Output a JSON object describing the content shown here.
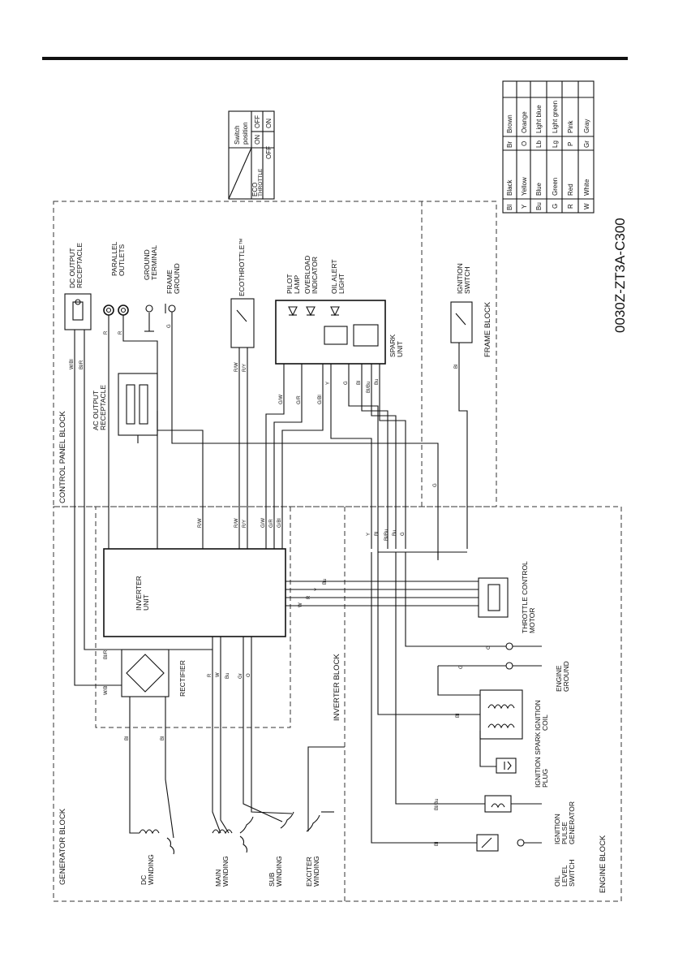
{
  "blocks": {
    "generator": "GENERATOR BLOCK",
    "control_panel": "CONTROL PANEL BLOCK",
    "frame": "FRAME BLOCK",
    "inverter": "INVERTER BLOCK",
    "engine": "ENGINE BLOCK"
  },
  "components": {
    "dc_output": [
      "DC OUTPUT",
      "RECEPTACLE"
    ],
    "parallel": [
      "PARALLEL",
      "OUTLETS"
    ],
    "ground_terminal": [
      "GROUND",
      "TERMINAL"
    ],
    "frame_ground": [
      "FRAME",
      "GROUND"
    ],
    "ecothrottle": "ECOTHROTTLE™",
    "pilot": [
      "PILOT",
      "LAMP"
    ],
    "overload": [
      "OVERLOAD",
      "INDICATOR"
    ],
    "oil_alert": [
      "OIL ALERT",
      "LIGHT"
    ],
    "ignition_switch": [
      "IGNITION",
      "SWITCH"
    ],
    "spark_unit": [
      "SPARK",
      "UNIT"
    ],
    "ac_output": [
      "AC OUTPUT",
      "RECEPTACLE"
    ],
    "inverter_unit": [
      "INVERTER",
      "UNIT"
    ],
    "throttle_motor": [
      "THROTTLE CONTROL",
      "MOTOR"
    ],
    "rectifier": "RECTIFIER",
    "engine_ground": [
      "ENGINE",
      "GROUND"
    ],
    "ignition_coil": [
      "IGNITION",
      "COIL"
    ],
    "spark_plug": [
      "IGNITION SPARK",
      "PLUG"
    ],
    "pulse_gen": [
      "IGNITION",
      "PULSE",
      "GENERATOR"
    ],
    "oil_level": [
      "OIL",
      "LEVEL",
      "SWITCH"
    ],
    "dc_winding": [
      "DC",
      "WINDING"
    ],
    "main_winding": [
      "MAIN",
      "WINDING"
    ],
    "sub_winding": [
      "SUB",
      "WINDING"
    ],
    "exciter_winding": [
      "EXCITER",
      "WINDING"
    ]
  },
  "wires": {
    "w_bl": "W/Bl",
    "bl_r": "Bl/R",
    "r": "R",
    "g": "G",
    "r_w": "R/W",
    "r_y": "R/Y",
    "g_w": "G/W",
    "g_r": "G/R",
    "g_bl": "G/Bl",
    "y": "Y",
    "bl": "Bl",
    "bl_bu": "Bl/Bu",
    "bu": "Bu",
    "w": "W",
    "gr": "Gr",
    "o": "O"
  },
  "drawing_code": "0030Z-ZT3A-C300",
  "switch_table": {
    "header": [
      "Switch",
      "position"
    ],
    "on": "ON",
    "off": "OFF",
    "row_label": [
      "ECO",
      "THROTTLE"
    ]
  },
  "color_legend": [
    {
      "code": "Bl",
      "name": "Black"
    },
    {
      "code": "Y",
      "name": "Yellow"
    },
    {
      "code": "Bu",
      "name": "Blue"
    },
    {
      "code": "G",
      "name": "Green"
    },
    {
      "code": "R",
      "name": "Red"
    },
    {
      "code": "W",
      "name": "White"
    },
    {
      "code": "Br",
      "name": "Brown"
    },
    {
      "code": "O",
      "name": "Orange"
    },
    {
      "code": "Lb",
      "name": "Light blue"
    },
    {
      "code": "Lg",
      "name": "Light green"
    },
    {
      "code": "P",
      "name": "Pink"
    },
    {
      "code": "Gr",
      "name": "Gray"
    }
  ]
}
